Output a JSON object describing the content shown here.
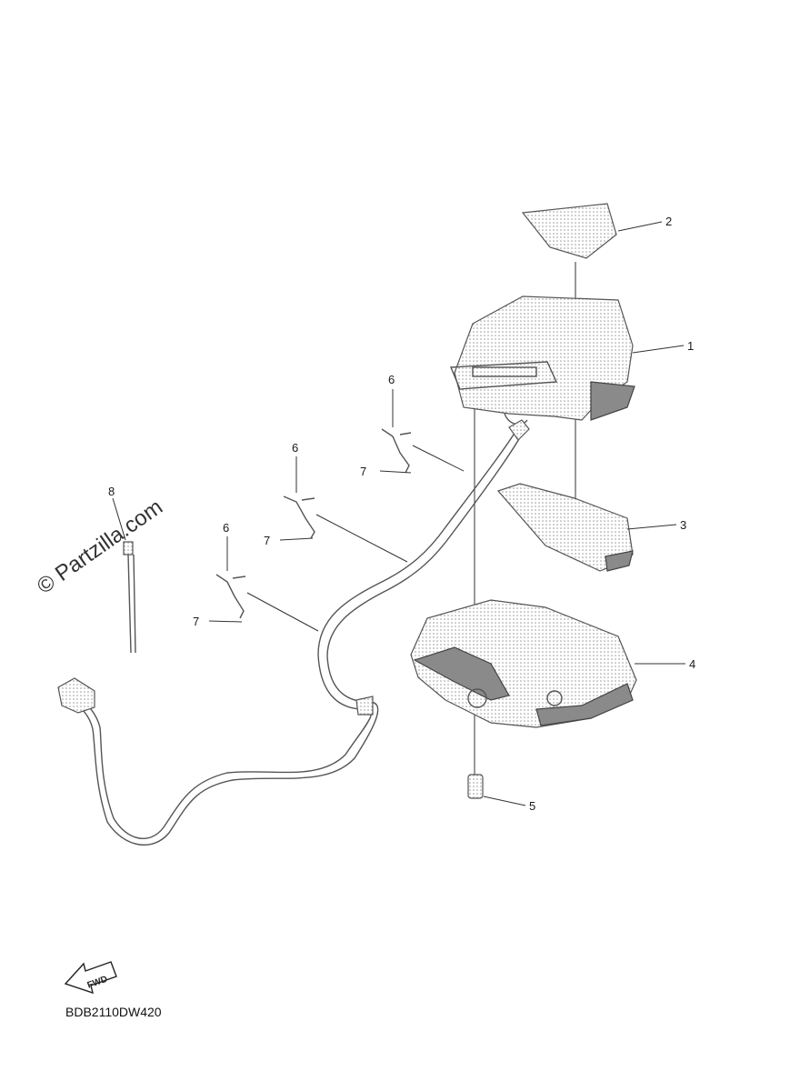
{
  "watermark": "© Partzilla.com",
  "diagram_code": "BDB2110DW420",
  "fwd_label": "FWD",
  "callouts": {
    "c1": "1",
    "c2": "2",
    "c3": "3",
    "c4": "4",
    "c5": "5",
    "c6a": "6",
    "c6b": "6",
    "c6c": "6",
    "c7a": "7",
    "c7b": "7",
    "c7c": "7",
    "c8": "8"
  }
}
